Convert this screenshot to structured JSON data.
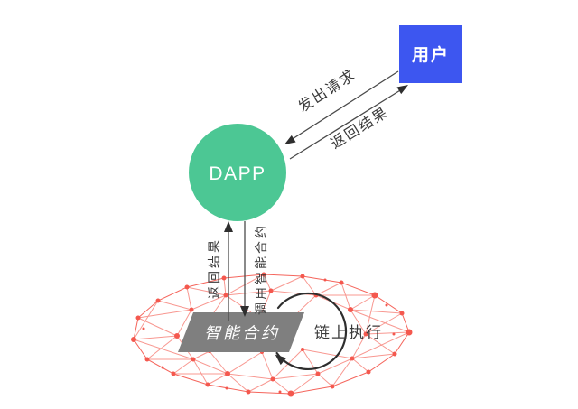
{
  "nodes": {
    "user": {
      "label": "用户"
    },
    "dapp": {
      "label": "DAPP"
    },
    "smart_contract": {
      "label": "智能合约"
    },
    "onchain_execution": {
      "label": "链上执行"
    }
  },
  "edges": {
    "send_request": {
      "label": "发出请求"
    },
    "return_result": {
      "label": "返回结果"
    },
    "call_smart_contract": {
      "label": "调用智能合约"
    },
    "return_result_to_dapp": {
      "label": "返回结果"
    }
  },
  "colors": {
    "user_box": "#3d56f0",
    "dapp_circle": "#4cc794",
    "contract_fill": "#7f7f7f",
    "mesh": "#f4584e",
    "connector": "#4a4a4a",
    "arrowhead": "#2e2e2e",
    "label_text": "#3a3a3a",
    "loop_arrow": "#2e2e2e"
  }
}
